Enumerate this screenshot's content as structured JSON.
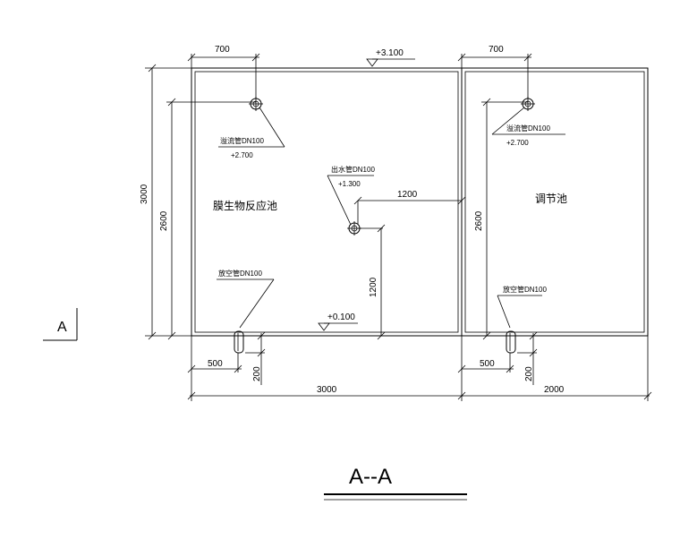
{
  "drawing": {
    "title": "A--A",
    "section_marker": "A"
  },
  "left_tank": {
    "name": "膜生物反应池",
    "top_elevation": "+3.100",
    "bottom_elevation": "+0.100",
    "overflow_pipe_label": "溢流管DN100",
    "overflow_pipe_elevation": "+2.700",
    "outlet_pipe_label": "出水管DN100",
    "outlet_pipe_elevation": "+1.300",
    "drain_pipe_label": "放空管DN100",
    "dims": {
      "top_offset": "700",
      "total_height": "3000",
      "water_height": "2600",
      "outlet_horizontal": "1200",
      "outlet_vertical": "1200",
      "drain_offset": "500",
      "drain_depth": "200",
      "width": "3000"
    }
  },
  "right_tank": {
    "name": "调节池",
    "overflow_pipe_label": "溢流管DN100",
    "overflow_pipe_elevation": "+2.700",
    "drain_pipe_label": "放空管DN100",
    "dims": {
      "top_offset": "700",
      "water_height": "2600",
      "drain_offset": "500",
      "drain_depth": "200",
      "width": "2000"
    }
  }
}
